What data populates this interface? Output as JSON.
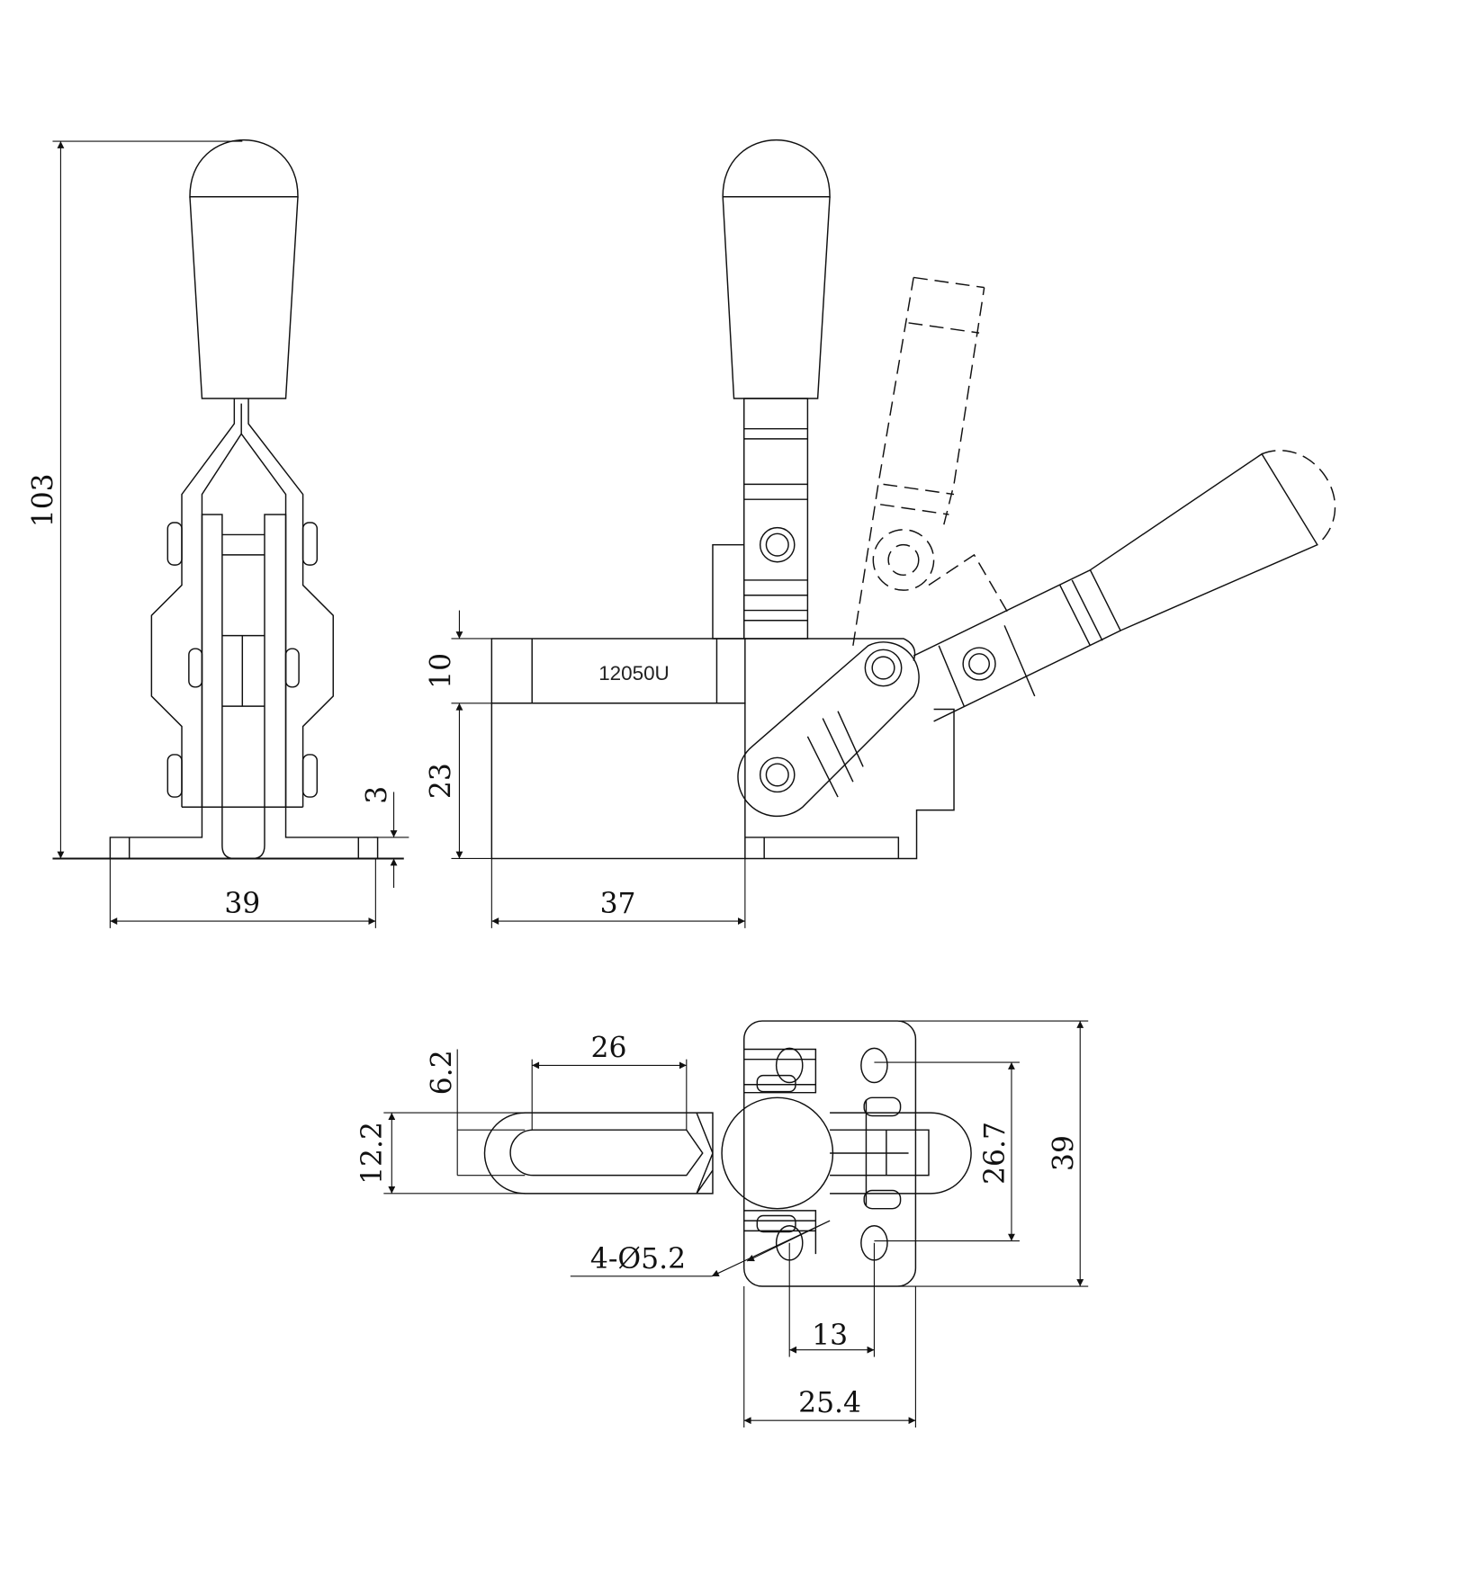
{
  "part_label": "12050U",
  "dimensions": {
    "overall_height": "103",
    "base_width_front": "39",
    "base_thickness": "3",
    "base_length_side": "37",
    "body_top_height": "10",
    "body_lower_height": "23",
    "slot_length": "26",
    "slot_width": "6.2",
    "arm_width": "12.2",
    "hole_spec": "4-Ø5.2",
    "hole_spacing_x": "13",
    "plate_width": "25.4",
    "hole_spacing_y": "26.7",
    "plate_length": "39"
  }
}
